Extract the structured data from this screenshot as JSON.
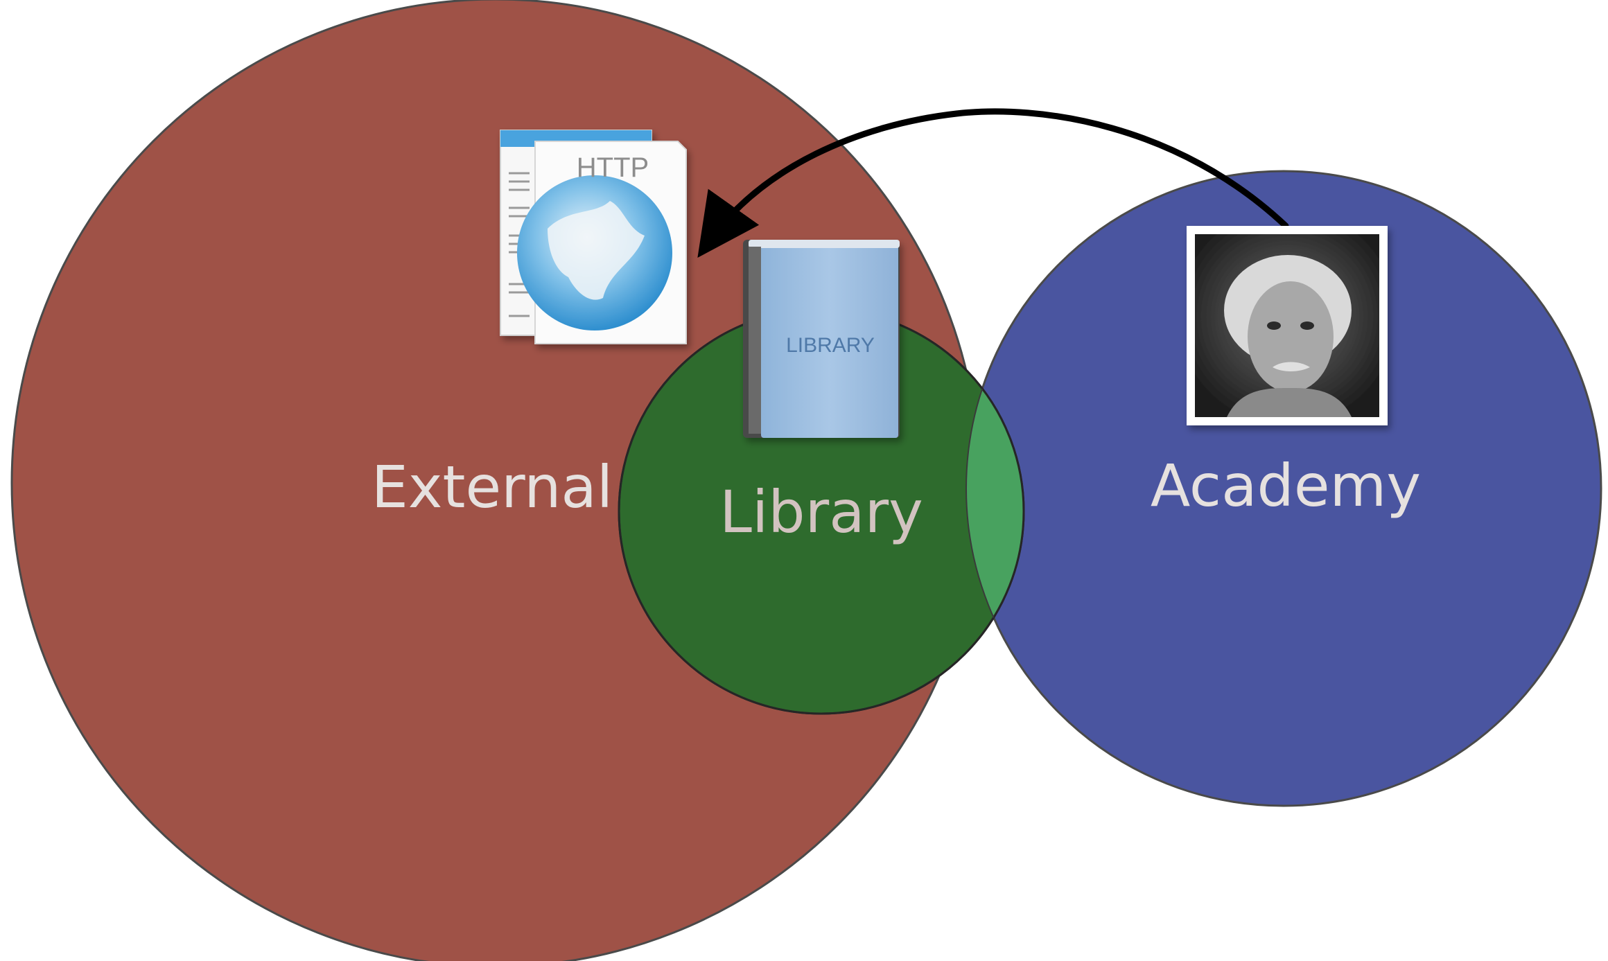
{
  "diagram": {
    "circles": {
      "external": {
        "label": "External",
        "color": "#9f5247"
      },
      "library": {
        "label": "Library",
        "color": "#2e6b2d"
      },
      "academy": {
        "label": "Academy",
        "color": "#4a55a0"
      },
      "overlap_color": "#48a25f"
    },
    "icons": {
      "http_document": {
        "name": "http-document-icon",
        "caption": "HTTP"
      },
      "library_book": {
        "name": "library-book-icon",
        "caption": "LIBRARY"
      },
      "scholar_portrait": {
        "name": "scholar-portrait-icon"
      }
    },
    "arrow": {
      "from": "academy",
      "to": "external",
      "color": "#000000"
    }
  }
}
